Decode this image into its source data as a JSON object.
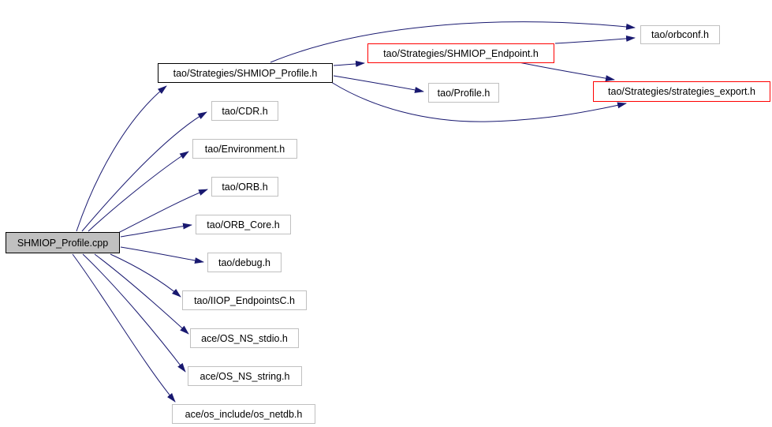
{
  "diagram": {
    "kind": "include-dependency-graph",
    "colors": {
      "edge": "#191970",
      "node_border_default": "#c0c0c0",
      "node_border_focus": "#000000",
      "node_border_truncated": "#ff0000",
      "source_node_fill": "#c0c0c0",
      "background": "#ffffff"
    },
    "nodes": [
      {
        "id": "shmiop-profile-cpp",
        "label": "SHMIOP_Profile.cpp",
        "style": "source"
      },
      {
        "id": "shmiop-profile-h",
        "label": "tao/Strategies/SHMIOP_Profile.h",
        "style": "focus"
      },
      {
        "id": "cdr-h",
        "label": "tao/CDR.h",
        "style": "default"
      },
      {
        "id": "environment-h",
        "label": "tao/Environment.h",
        "style": "default"
      },
      {
        "id": "orb-h",
        "label": "tao/ORB.h",
        "style": "default"
      },
      {
        "id": "orb-core-h",
        "label": "tao/ORB_Core.h",
        "style": "default"
      },
      {
        "id": "debug-h",
        "label": "tao/debug.h",
        "style": "default"
      },
      {
        "id": "iiop-endpointsc-h",
        "label": "tao/IIOP_EndpointsC.h",
        "style": "default"
      },
      {
        "id": "os-ns-stdio-h",
        "label": "ace/OS_NS_stdio.h",
        "style": "default"
      },
      {
        "id": "os-ns-string-h",
        "label": "ace/OS_NS_string.h",
        "style": "default"
      },
      {
        "id": "os-netdb-h",
        "label": "ace/os_include/os_netdb.h",
        "style": "default"
      },
      {
        "id": "shmiop-endpoint-h",
        "label": "tao/Strategies/SHMIOP_Endpoint.h",
        "style": "truncated"
      },
      {
        "id": "orbconf-h",
        "label": "tao/orbconf.h",
        "style": "default"
      },
      {
        "id": "profile-h",
        "label": "tao/Profile.h",
        "style": "default"
      },
      {
        "id": "strategies-export-h",
        "label": "tao/Strategies/strategies_export.h",
        "style": "truncated"
      }
    ],
    "edges": [
      {
        "from": "shmiop-profile-cpp",
        "to": "shmiop-profile-h"
      },
      {
        "from": "shmiop-profile-cpp",
        "to": "cdr-h"
      },
      {
        "from": "shmiop-profile-cpp",
        "to": "environment-h"
      },
      {
        "from": "shmiop-profile-cpp",
        "to": "orb-h"
      },
      {
        "from": "shmiop-profile-cpp",
        "to": "orb-core-h"
      },
      {
        "from": "shmiop-profile-cpp",
        "to": "debug-h"
      },
      {
        "from": "shmiop-profile-cpp",
        "to": "iiop-endpointsc-h"
      },
      {
        "from": "shmiop-profile-cpp",
        "to": "os-ns-stdio-h"
      },
      {
        "from": "shmiop-profile-cpp",
        "to": "os-ns-string-h"
      },
      {
        "from": "shmiop-profile-cpp",
        "to": "os-netdb-h"
      },
      {
        "from": "shmiop-profile-h",
        "to": "orbconf-h"
      },
      {
        "from": "shmiop-profile-h",
        "to": "shmiop-endpoint-h"
      },
      {
        "from": "shmiop-profile-h",
        "to": "profile-h"
      },
      {
        "from": "shmiop-profile-h",
        "to": "strategies-export-h"
      },
      {
        "from": "shmiop-endpoint-h",
        "to": "orbconf-h"
      },
      {
        "from": "shmiop-endpoint-h",
        "to": "strategies-export-h"
      }
    ]
  }
}
